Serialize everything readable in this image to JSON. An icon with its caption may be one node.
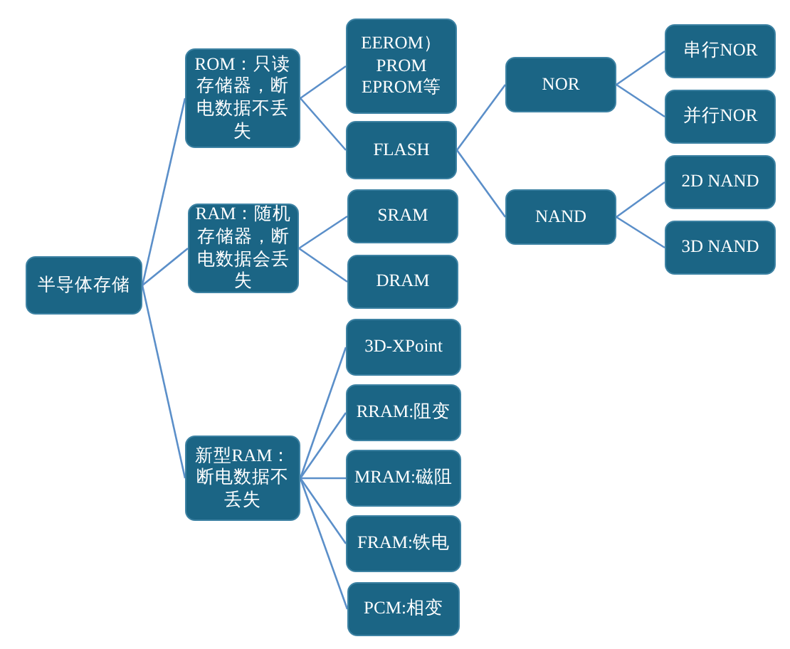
{
  "diagram": {
    "nodes": [
      {
        "text": [
          "半导体存储"
        ]
      },
      {
        "text": [
          "ROM：只读存储器，断电数据不丢失"
        ]
      },
      {
        "text": [
          "RAM：随机存储器，断电数据会丢失"
        ]
      },
      {
        "text": [
          "新型RAM：断电数据不丢失"
        ]
      },
      {
        "text": [
          "EEROM） PROM EPROM等"
        ]
      },
      {
        "text": [
          "FLASH"
        ]
      },
      {
        "text": [
          "SRAM"
        ]
      },
      {
        "text": [
          "DRAM"
        ]
      },
      {
        "text": [
          "NOR"
        ]
      },
      {
        "text": [
          "NAND"
        ]
      },
      {
        "text": [
          "串行NOR"
        ]
      },
      {
        "text": [
          "并行NOR"
        ]
      },
      {
        "text": [
          "2D NAND"
        ]
      },
      {
        "text": [
          "3D NAND"
        ]
      },
      {
        "text": [
          "3D-XPoint"
        ]
      },
      {
        "text": [
          "RRAM:阻变"
        ]
      },
      {
        "text": [
          "MRAM:磁阻"
        ]
      },
      {
        "text": [
          "FRAM:铁电"
        ]
      },
      {
        "text": [
          "PCM:相变"
        ]
      }
    ],
    "edges": [
      {
        "from": 0,
        "to": 1,
        "arrow": "none"
      },
      {
        "from": 0,
        "to": 2,
        "arrow": "none"
      },
      {
        "from": 0,
        "to": 3,
        "arrow": "none"
      },
      {
        "from": 1,
        "to": 4,
        "arrow": "none"
      },
      {
        "from": 1,
        "to": 5,
        "arrow": "none"
      },
      {
        "from": 2,
        "to": 6,
        "arrow": "none"
      },
      {
        "from": 2,
        "to": 7,
        "arrow": "none"
      },
      {
        "from": 5,
        "to": 8,
        "arrow": "none"
      },
      {
        "from": 5,
        "to": 9,
        "arrow": "none"
      },
      {
        "from": 8,
        "to": 10,
        "arrow": "none"
      },
      {
        "from": 8,
        "to": 11,
        "arrow": "none"
      },
      {
        "from": 9,
        "to": 12,
        "arrow": "none"
      },
      {
        "from": 9,
        "to": 13,
        "arrow": "none"
      },
      {
        "from": 3,
        "to": 14,
        "arrow": "none"
      },
      {
        "from": 3,
        "to": 15,
        "arrow": "none"
      },
      {
        "from": 3,
        "to": 16,
        "arrow": "none"
      },
      {
        "from": 3,
        "to": 17,
        "arrow": "none"
      },
      {
        "from": 3,
        "to": 18,
        "arrow": "none"
      }
    ]
  }
}
